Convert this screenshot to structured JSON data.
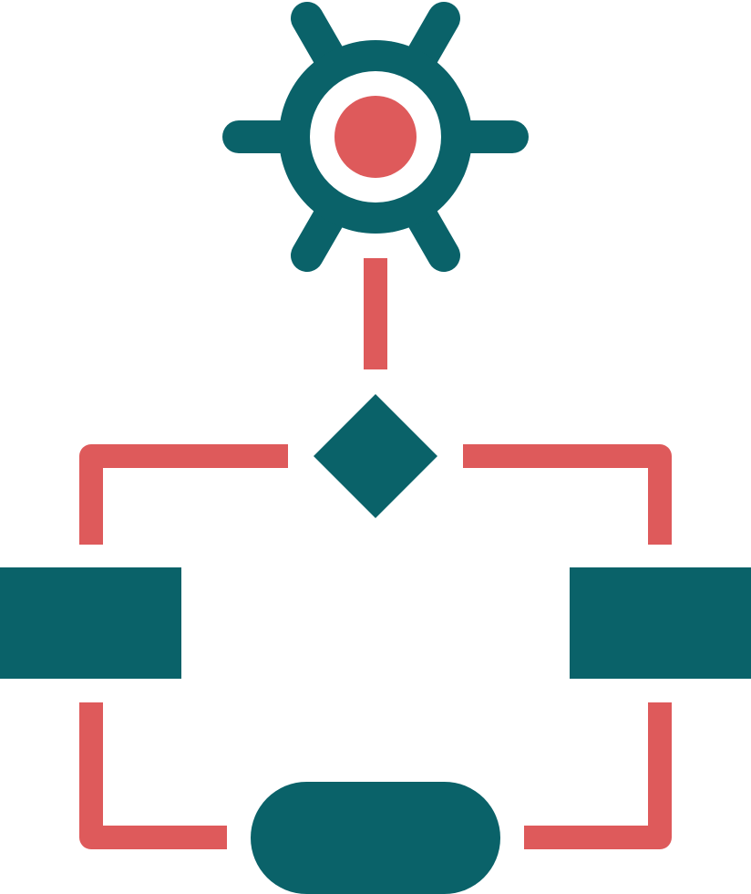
{
  "icon": {
    "name": "workflow-process-flowchart-icon",
    "style": "glyph two-tone"
  },
  "colors": {
    "primary": "#0A6269",
    "accent": "#DE5A5B",
    "background": "#FFFFFF"
  },
  "elements": {
    "gear": "gear-icon",
    "gear_hub": "gear-hub",
    "decision": "decision-diamond",
    "process_left": "process-box-left",
    "process_right": "process-box-right",
    "terminator": "terminator-pill",
    "connectors": "connector-lines"
  }
}
